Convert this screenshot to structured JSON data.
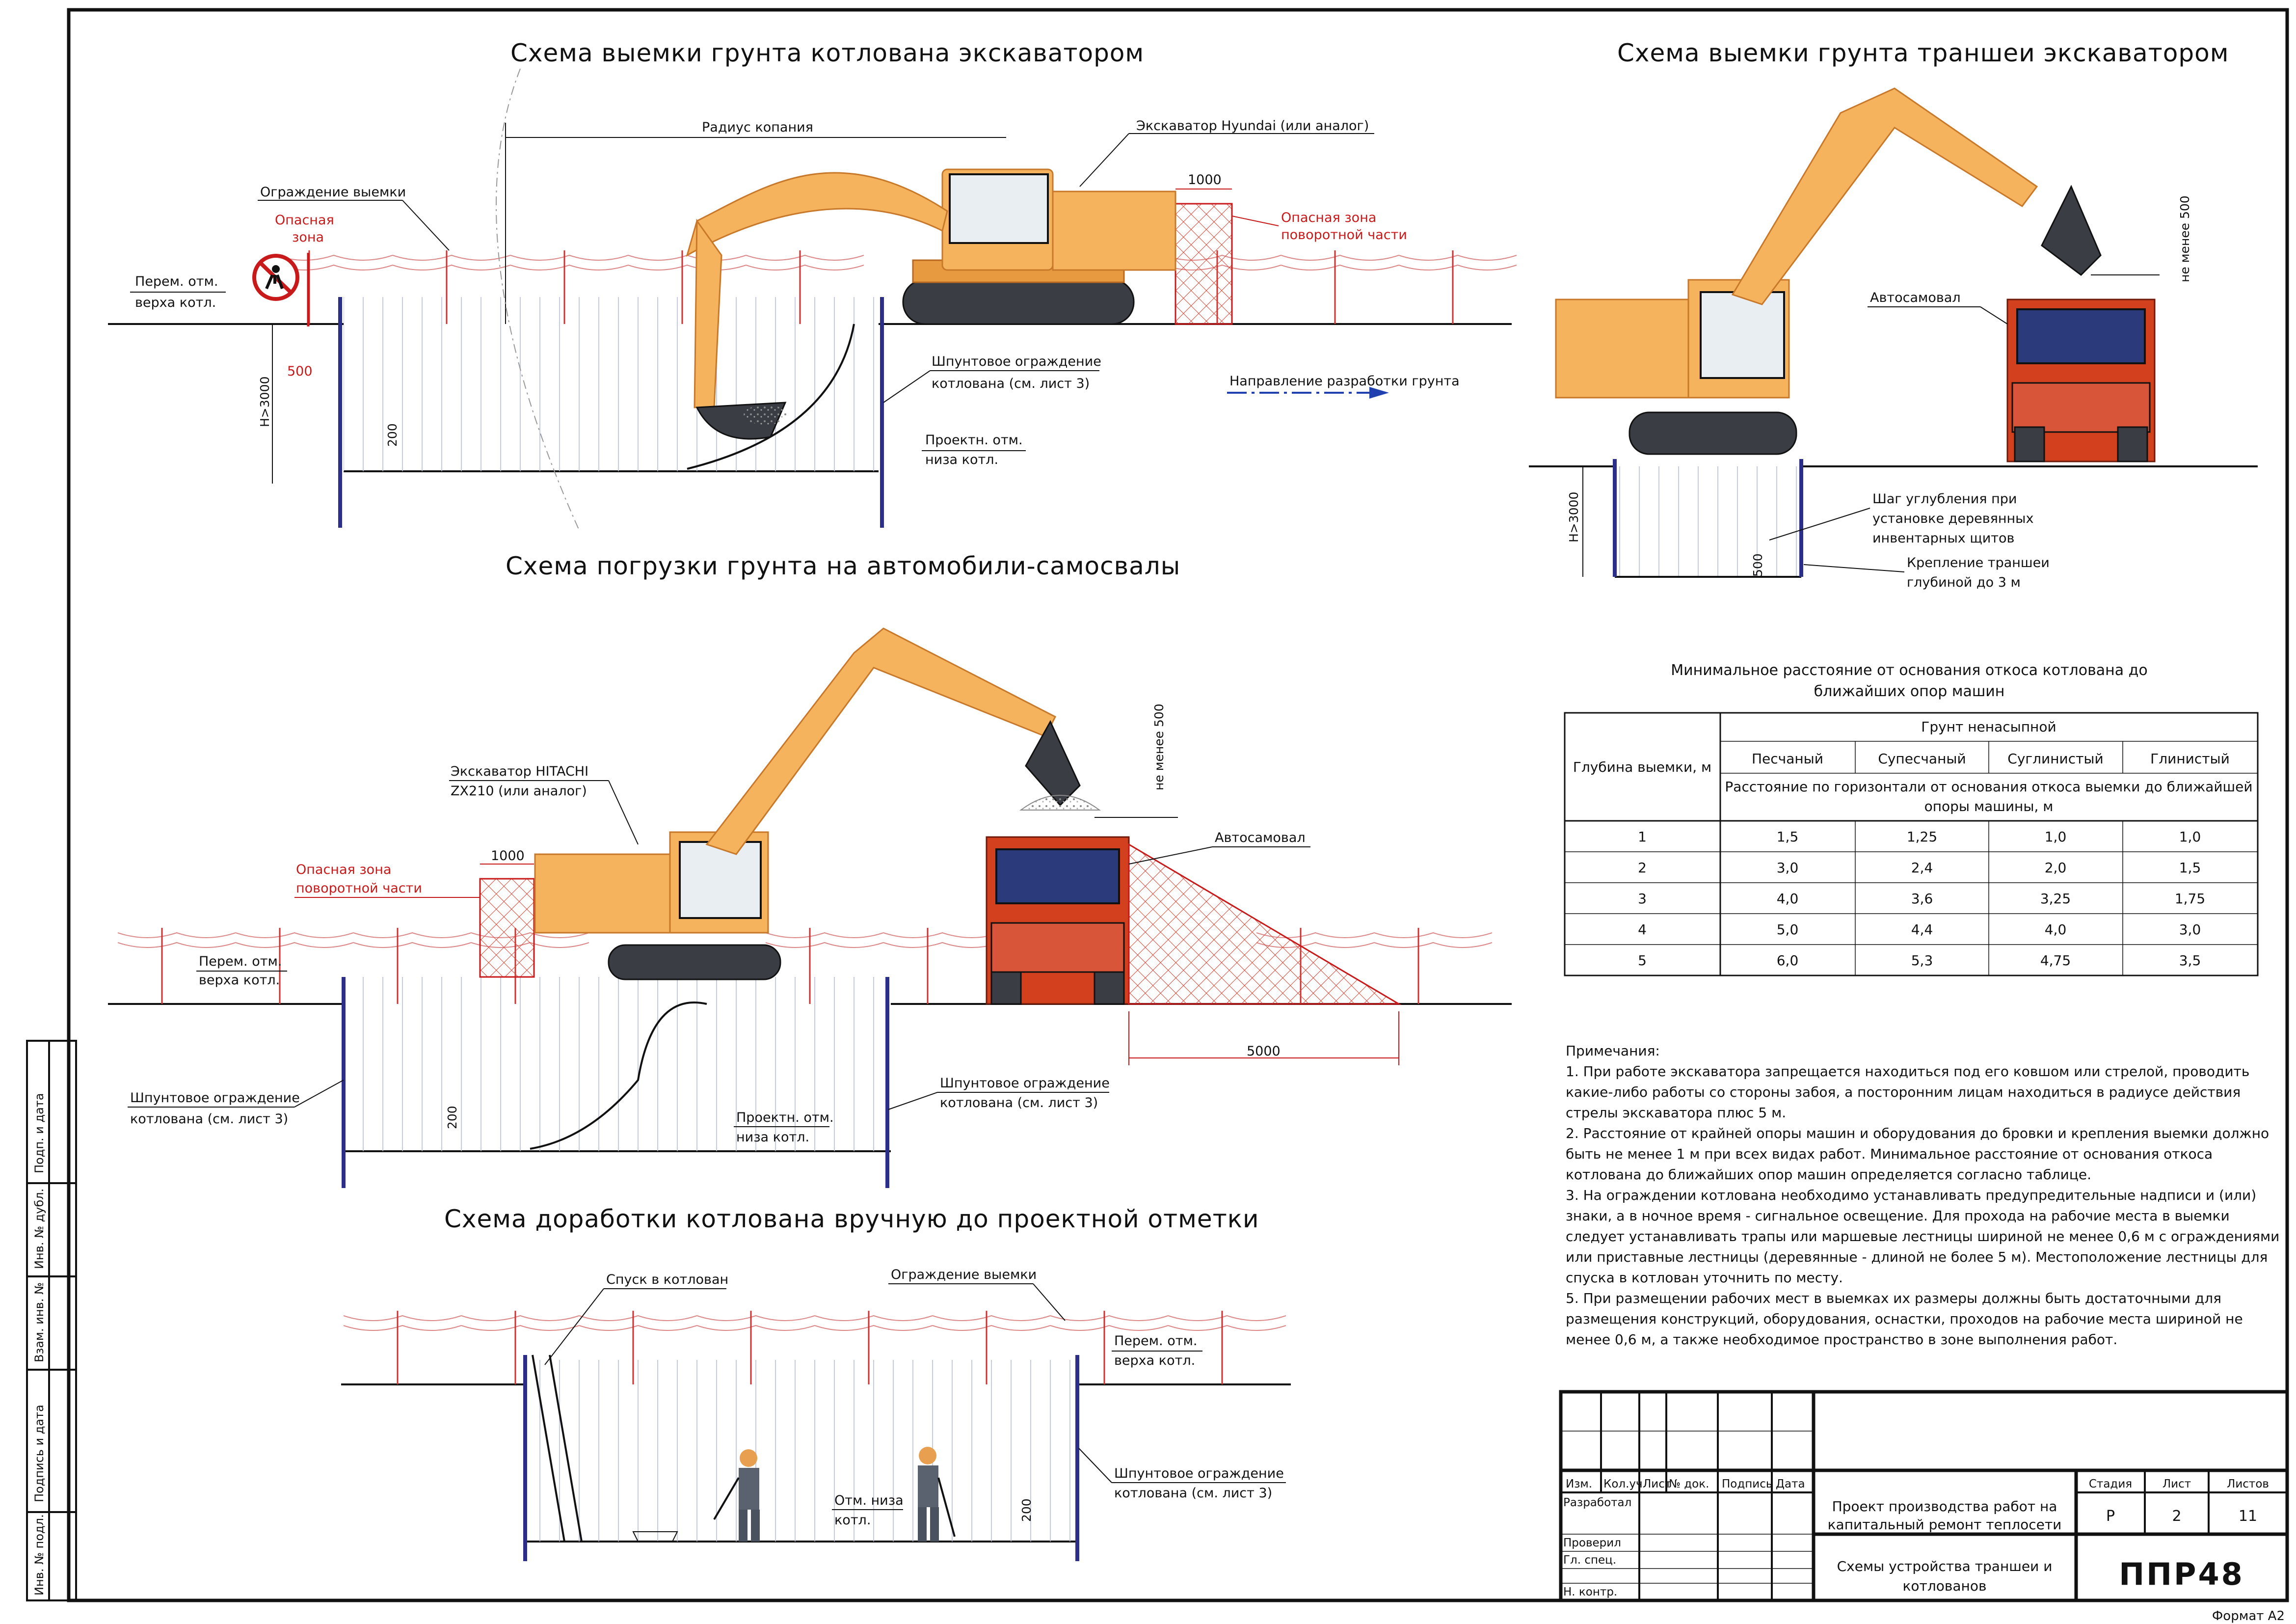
{
  "titles": {
    "pit_excavation": "Схема выемки грунта котлована экскаватором",
    "trench_excavation": "Схема выемки грунта траншеи экскаватором",
    "loading": "Схема погрузки грунта на автомобили-самосвалы",
    "manual": "Схема доработки котлована вручную до проектной отметки"
  },
  "pit_scheme": {
    "digging_radius": "Радиус копания",
    "excavator": "Экскаватор Hyundai (или аналог)",
    "fence": "Ограждение выемки",
    "danger_zone": [
      "Опасная",
      "зона"
    ],
    "dim_1000": "1000",
    "danger_rotation": [
      "Опасная зона",
      "поворотной части"
    ],
    "top_mark": [
      "Перем. отм.",
      "верха котл."
    ],
    "dim_500": "500",
    "depth": "H>3000",
    "dim_200": "200",
    "sheet_pile": [
      "Шпунтовое ограждение",
      "котлована (см. лист 3)"
    ],
    "direction": "Направление разработки грунта",
    "bottom_mark": [
      "Проектн. отм.",
      "низа котл."
    ]
  },
  "trench_scheme": {
    "min_500": "не менее 500",
    "truck": "Автосамовал",
    "depth": "H>3000",
    "dim_500": "500",
    "step_note": [
      "Шаг углубления при",
      "установке деревянных",
      "инвентарных щитов"
    ],
    "fixing_note": [
      "Крепление траншеи",
      "глубиной до 3 м"
    ]
  },
  "loading_scheme": {
    "excavator": [
      "Экскаватор HITACHI",
      "ZX210 (или аналог)"
    ],
    "min_500": "не менее 500",
    "truck": "Автосамовал",
    "dim_1000": "1000",
    "danger_rotation": [
      "Опасная зона",
      "поворотной части"
    ],
    "top_mark": [
      "Перем. отм.",
      "верха котл."
    ],
    "dim_5000": "5000",
    "sheet_pile_left": [
      "Шпунтовое ограждение",
      "котлована (см. лист 3)"
    ],
    "sheet_pile_right": [
      "Шпунтовое ограждение",
      "котлована (см. лист 3)"
    ],
    "dim_200": "200",
    "bottom_mark": [
      "Проектн. отм.",
      "низа котл."
    ]
  },
  "manual_scheme": {
    "descent": "Спуск в котлован",
    "fence": "Ограждение выемки",
    "top_mark": [
      "Перем. отм.",
      "верха котл."
    ],
    "sheet_pile": [
      "Шпунтовое ограждение",
      "котлована (см. лист 3)"
    ],
    "bottom_mark": [
      "Отм. низа",
      "котл."
    ],
    "dim_200": "200"
  },
  "table": {
    "caption": [
      "Минимальное расстояние от основания откоса котлована до",
      "ближайших опор машин"
    ],
    "col_depth": "Глубина выемки, м",
    "group_header": "Грунт ненасыпной",
    "soils": [
      "Песчаный",
      "Супесчаный",
      "Суглинистый",
      "Глинистый"
    ],
    "sub_header": [
      "Расстояние по горизонтали от основания откоса выемки до ближайшей",
      "опоры машины, м"
    ],
    "rows": [
      [
        "1",
        "1,5",
        "1,25",
        "1,0",
        "1,0"
      ],
      [
        "2",
        "3,0",
        "2,4",
        "2,0",
        "1,5"
      ],
      [
        "3",
        "4,0",
        "3,6",
        "3,25",
        "1,75"
      ],
      [
        "4",
        "5,0",
        "4,4",
        "4,0",
        "3,0"
      ],
      [
        "5",
        "6,0",
        "5,3",
        "4,75",
        "3,5"
      ]
    ]
  },
  "notes": {
    "heading": "Примечания:",
    "lines": [
      "1. При работе экскаватора запрещается находиться под его ковшом или стрелой, проводить",
      "какие-либо работы со стороны забоя, а посторонним лицам находиться в радиусе действия",
      "стрелы экскаватора плюс 5 м.",
      "2. Расстояние от крайней опоры машин и оборудования до бровки и крепления выемки должно",
      "быть не менее 1 м при всех видах работ. Минимальное расстояние от основания откоса",
      "котлована до ближайших опор машин определяется согласно таблице.",
      "3. На ограждении котлована необходимо устанавливать предупредительные надписи и (или)",
      "знаки, а в ночное время - сигнальное освещение. Для прохода на рабочие места в выемки",
      "следует устанавливать трапы или маршевые лестницы шириной не менее 0,6 м с ограждениями",
      "или приставные лестницы (деревянные - длиной не более 5 м). Местоположение лестницы для",
      "спуска в котлован уточнить по месту.",
      "5. При размещении рабочих мест в выемках их размеры должны быть достаточными для",
      "размещения конструкций, оборудования, оснастки, проходов на рабочие места шириной не",
      "менее 0,6 м, а также необходимое пространство в зоне выполнения работ."
    ]
  },
  "side_stamp": [
    "Подп. и дата",
    "Инв. № дубл.",
    "Взам. инв. №",
    "Подпись и дата",
    "Инв. № подл."
  ],
  "title_block": {
    "cols": [
      "Изм.",
      "Кол.уч",
      "Лист",
      "№ док.",
      "Подпись",
      "Дата"
    ],
    "roles": [
      "Разработал",
      "Проверил",
      "Гл. спец.",
      "Н. контр."
    ],
    "project": [
      "Проект производства работ на",
      "капитальный ремонт теплосети"
    ],
    "sheet_title": [
      "Схемы устройства траншеи и",
      "котлованов"
    ],
    "stage_label": "Стадия",
    "sheet_label": "Лист",
    "sheets_label": "Листов",
    "stage": "Р",
    "sheet": "2",
    "sheets": "11",
    "logo": "ППР48",
    "logo_color": "#1a9a3c",
    "format": "Формат А2"
  }
}
